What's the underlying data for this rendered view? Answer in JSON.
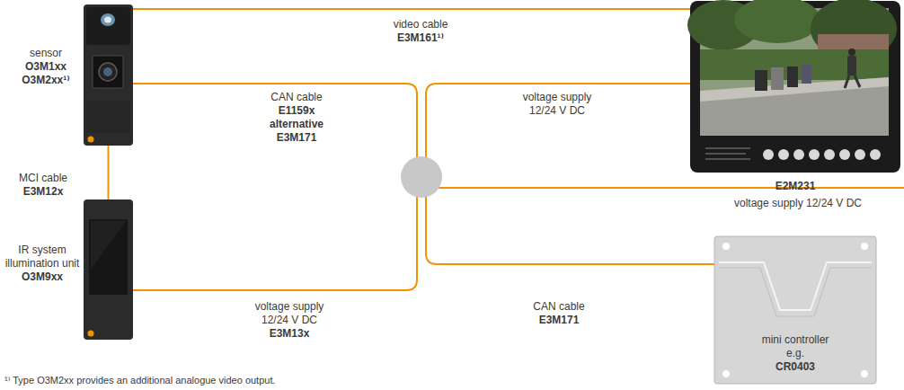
{
  "diagram": {
    "nodes": [
      {
        "text": [
          "sensor",
          "O3M1xx O3M2xx¹⁾"
        ]
      },
      {
        "text": [
          "E2M231"
        ]
      },
      {
        "text": [
          "IR system illumination unit",
          "O3M9xx"
        ]
      },
      {
        "text": [
          "mini controller e.g.",
          "CR0403"
        ]
      }
    ],
    "edges": [
      {
        "from": 0,
        "to": 1,
        "arrow": "none",
        "label": "video cable E3M161¹⁾"
      },
      {
        "from": 0,
        "to": 2,
        "arrow": "none",
        "label": "MCI cable E3M12x"
      },
      {
        "from": 0,
        "to": 3,
        "arrow": "none",
        "label": "CAN cable E1159x alternative E3M171"
      }
    ],
    "labels": [
      "voltage supply 12/24 V DC",
      "voltage supply 12/24 V DC",
      "voltage supply 12/24 V DC",
      "E3M13x",
      "CAN cable",
      "E3M171",
      "¹⁾ Type O3M2xx provides an additional analogue video output."
    ]
  }
}
